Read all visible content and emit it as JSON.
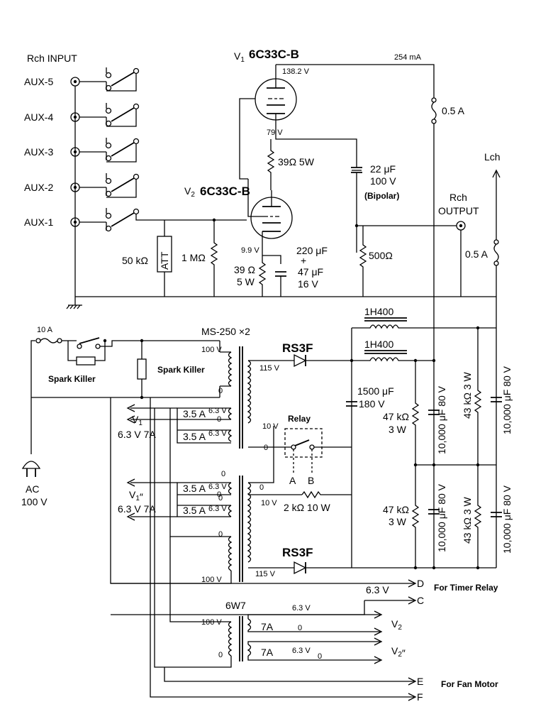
{
  "input": {
    "title": "Rch INPUT",
    "aux": [
      "AUX-5",
      "AUX-4",
      "AUX-3",
      "AUX-2",
      "AUX-1"
    ]
  },
  "tubes": {
    "v1_label": "V",
    "v1_sub": "1",
    "v1_type": "6C33C-B",
    "v2_label": "V",
    "v2_sub": "2",
    "v2_type": "6C33C-B",
    "v1_plate_voltage": "138.2 V",
    "current": "254 mA",
    "mid_voltage": "79 V",
    "v2_cathode_voltage": "9.9 V"
  },
  "components": {
    "fuse_b": "0.5 A",
    "r_plate": "39Ω  5W",
    "c_coupling_1": "22 μF",
    "c_coupling_2": "100 V",
    "c_coupling_3": "(Bipolar)",
    "r_out": "500Ω",
    "att_value": "50 kΩ",
    "att_label": "ATT",
    "r_grid": "1 MΩ",
    "r_cathode_1": "39 Ω",
    "r_cathode_2": "5 W",
    "c_cathode_1": "220 μF",
    "c_cathode_2": "+",
    "c_cathode_3": "47 μF",
    "c_cathode_4": "16 V",
    "fuse_l": "0.5 A"
  },
  "output": {
    "line1": "Rch",
    "line2": "OUTPUT",
    "lch": "Lch"
  },
  "power": {
    "fuse_main": "10 A",
    "spark_killer_1": "Spark Killer",
    "spark_killer_2": "Spark Killer",
    "ac_label": "AC",
    "ac_voltage": "100 V",
    "transformer": "MS-250 ×2",
    "tap_100v_1": "100 V",
    "tap_0_1": "0",
    "tap_115v_1": "115 V",
    "rect_1": "RS3F",
    "rect_2": "RS3F",
    "choke_1": "1H400",
    "choke_2": "1H400",
    "v1_heater_name": "V",
    "v1_heater_sub": "1",
    "v1_heater_rating": "6.3 V  7A",
    "v1pp_heater_name": "V",
    "v1pp_heater_sub": "1",
    "v1pp_heater_mark": "″",
    "v1pp_heater_rating": "6.3 V  7A",
    "heater_35a_1": "3.5 A",
    "heater_63v_1": "6.3 V",
    "heater_0_1": "0",
    "heater_35a_2": "3.5 A",
    "heater_63v_2": "6.3 V",
    "heater_0_2": "0",
    "heater_35a_3": "3.5 A",
    "heater_63v_3": "6.3 V",
    "heater_0_3": "0",
    "heater_35a_4": "3.5 A",
    "heater_63v_4": "6.3 V",
    "relay_10v_1": "10 V",
    "relay_0": "0",
    "relay_10v_2": "10 V",
    "relay_0_2": "0",
    "relay_title": "Relay",
    "relay_a": "A",
    "relay_b": "B",
    "r_relay": "2 kΩ   10 W",
    "tap_0_2": "0",
    "tap_0_3": "0",
    "tap_100v_2": "100 V",
    "tap_115v_2": "115 V",
    "c_filter_1": "1500 μF",
    "c_filter_2": "180 V",
    "r_bleed_1a": "47 kΩ",
    "r_bleed_1b": "3 W",
    "r_bleed_2a": "47 kΩ",
    "r_bleed_2b": "3 W",
    "c_big_1": "10,000 μF  80 V",
    "c_big_2": "10,000 μF  80 V",
    "c_big_3": "10,000 μF  80 V",
    "c_big_4": "10,000 μF  80 V",
    "r_43k_1": "43 kΩ  3 W",
    "r_43k_2": "43 kΩ  3 W"
  },
  "heater_tr": {
    "name": "6W7",
    "sec_63v_1": "6.3 V",
    "sec_63v_2": "6.3 V",
    "sec_7a_1": "7A",
    "sec_7a_2": "7A",
    "sec_0_1": "0",
    "sec_0_2": "0",
    "pri_100v": "100 V",
    "pri_0": "0",
    "c_63v": "6.3 V"
  },
  "terminals": {
    "d": "D",
    "c": "C",
    "v2": "V",
    "v2_sub": "2",
    "v2pp": "V",
    "v2pp_sub": "2",
    "v2pp_mark": "″",
    "e": "E",
    "f": "F",
    "timer_relay": "For Timer Relay",
    "fan_motor": "For Fan Motor"
  }
}
